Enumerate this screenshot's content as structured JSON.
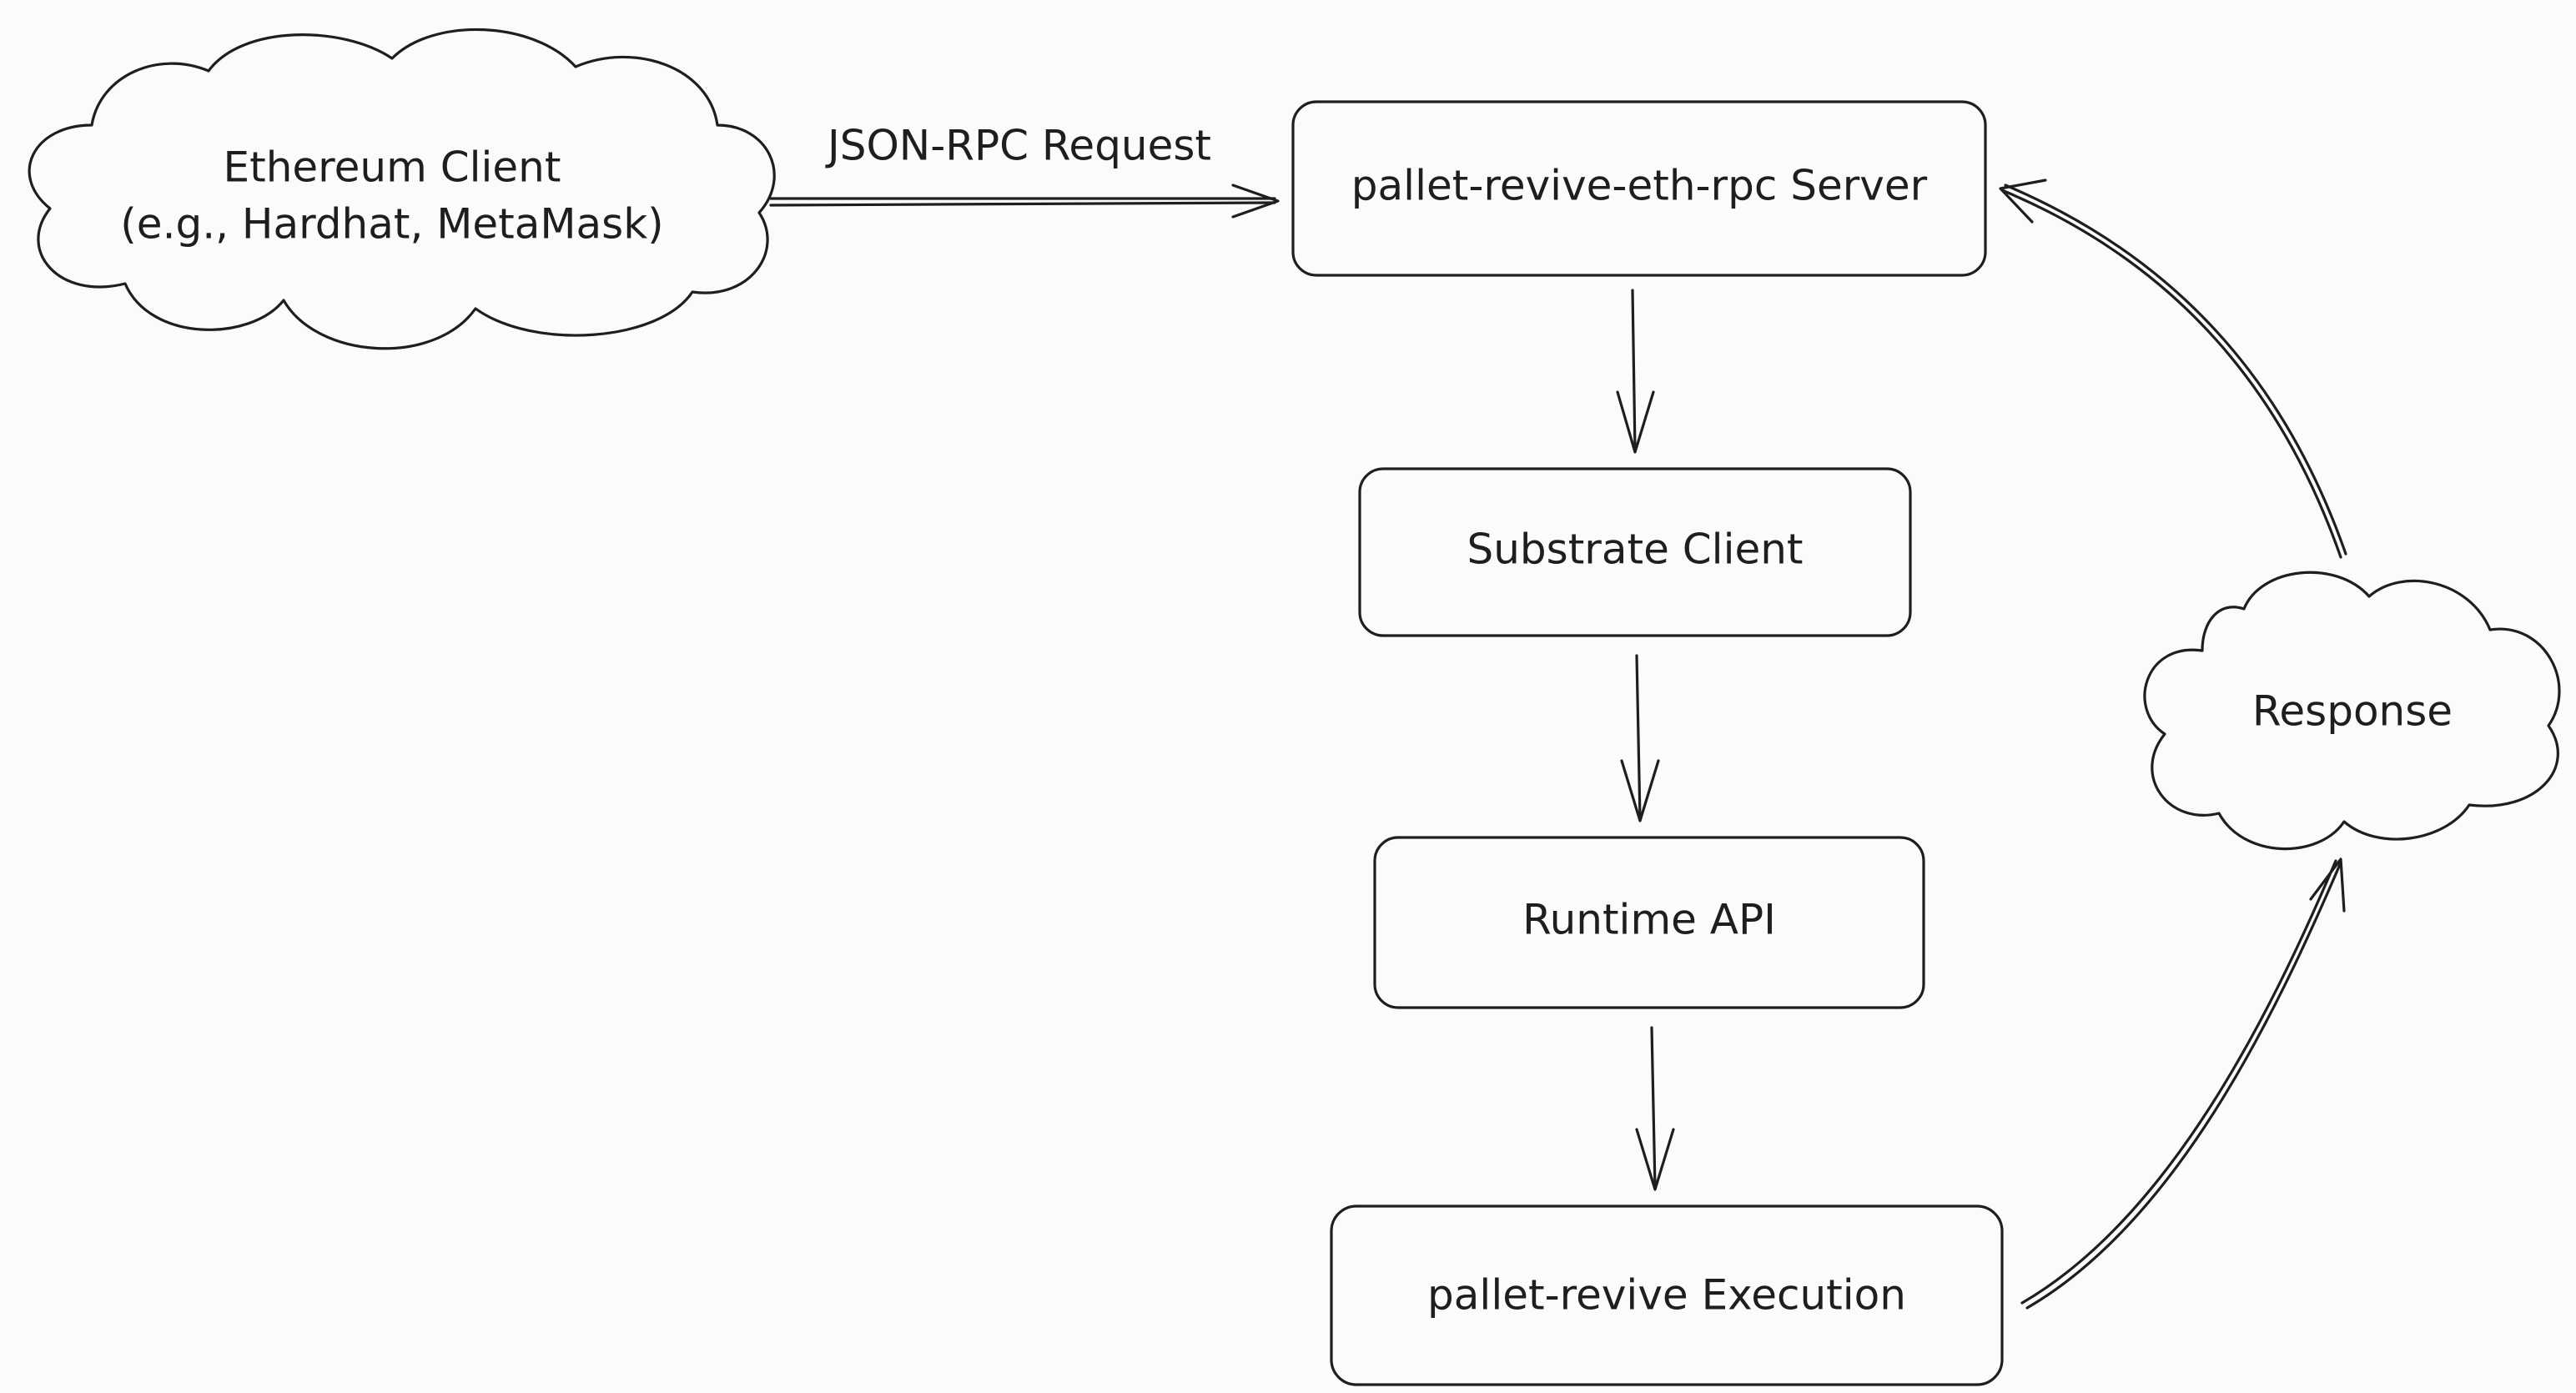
{
  "nodes": {
    "ethereum_client": {
      "line1": "Ethereum Client",
      "line2": "(e.g., Hardhat, MetaMask)",
      "shape": "cloud",
      "color": "#a5c8e4"
    },
    "rpc_server": {
      "label": "pallet-revive-eth-rpc Server",
      "shape": "rounded-rect",
      "color": "#a5c8e4"
    },
    "substrate_client": {
      "label": "Substrate Client",
      "shape": "rounded-rect",
      "color": "#f2d98a"
    },
    "runtime_api": {
      "label": "Runtime API",
      "shape": "rounded-rect",
      "color": "#a8d8a0"
    },
    "execution": {
      "label": "pallet-revive Execution",
      "shape": "rounded-rect",
      "color": "#c9b3e6"
    },
    "response": {
      "label": "Response",
      "shape": "cloud",
      "color": "#a5c8e4"
    }
  },
  "edges": {
    "request_label": "JSON-RPC Request"
  },
  "colors": {
    "stroke": "#1e1e1e",
    "background": "#fbfbf9"
  }
}
